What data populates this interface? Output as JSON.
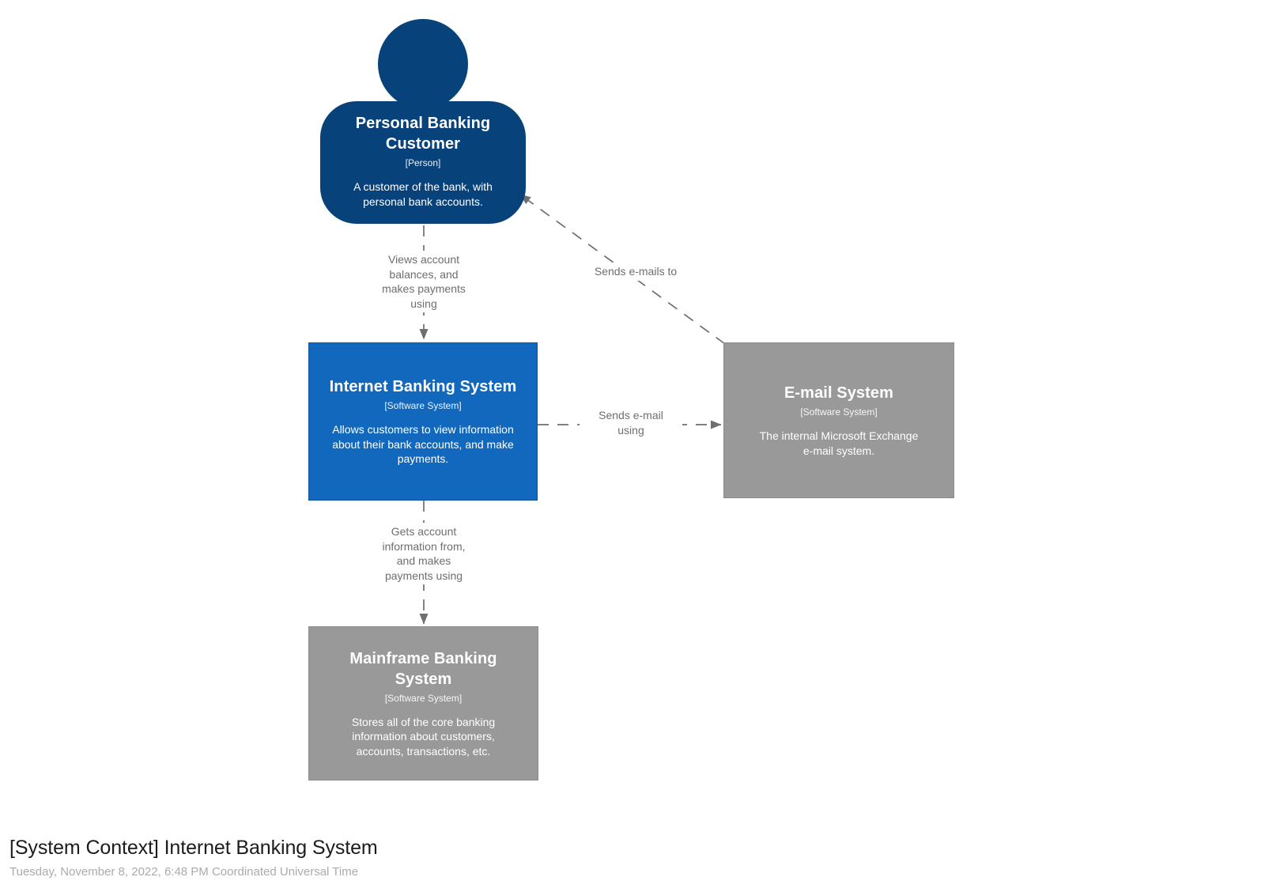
{
  "diagram": {
    "title": "[System Context] Internet Banking System",
    "subtitle": "Tuesday, November 8, 2022, 6:48 PM Coordinated Universal Time"
  },
  "elements": {
    "person": {
      "name": "Personal Banking\nCustomer",
      "meta": "[Person]",
      "description": "A customer of the bank, with\npersonal bank accounts."
    },
    "internet_banking": {
      "name": "Internet Banking System",
      "meta": "[Software System]",
      "description": "Allows customers to view information\nabout their bank accounts, and make\npayments."
    },
    "email": {
      "name": "E-mail System",
      "meta": "[Software System]",
      "description": "The internal Microsoft Exchange\ne-mail system."
    },
    "mainframe": {
      "name": "Mainframe Banking\nSystem",
      "meta": "[Software System]",
      "description": "Stores all of the core banking\ninformation about customers,\naccounts, transactions, etc."
    }
  },
  "relationships": {
    "customer_to_ibs": "Views account\nbalances, and\nmakes payments\nusing",
    "ibs_to_email": "Sends e-mail\nusing",
    "email_to_customer": "Sends e-mails to",
    "ibs_to_mainframe": "Gets account\ninformation from,\nand makes\npayments using"
  },
  "colors": {
    "person_bg": "#08427b",
    "system_bg": "#1168bd",
    "external_bg": "#999999",
    "relationship": "#6e6e6e",
    "on_box_text": "#ffffff"
  }
}
